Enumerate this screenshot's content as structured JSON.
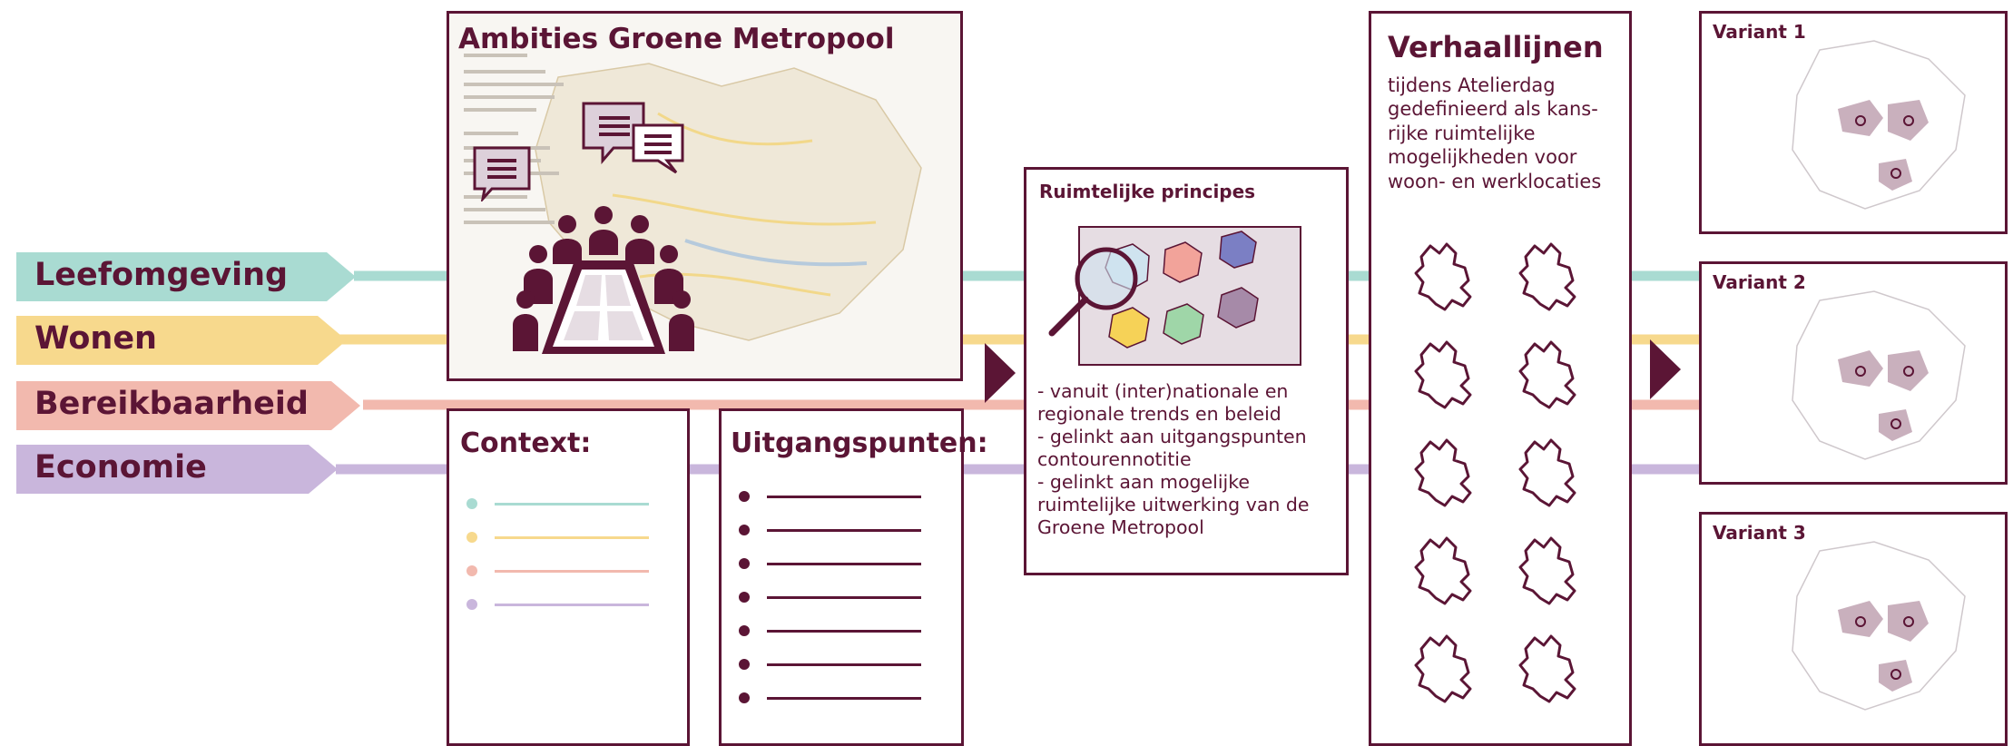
{
  "colors": {
    "maroon": "#5b1535",
    "leefomgeving": "#a9dbd2",
    "wonen": "#f7d98d",
    "bereikbaarheid": "#f2b9ae",
    "economie": "#c9b6dc"
  },
  "themes": [
    {
      "label": "Leefomgeving",
      "color": "#a9dbd2"
    },
    {
      "label": "Wonen",
      "color": "#f7d98d"
    },
    {
      "label": "Bereikbaarheid",
      "color": "#f2b9ae"
    },
    {
      "label": "Economie",
      "color": "#c9b6dc"
    }
  ],
  "ambities": {
    "title": "Ambities Groene Metropool",
    "icons": [
      "speech-bubble-icon",
      "meeting-table-icon"
    ]
  },
  "context": {
    "title": "Context:",
    "items": [
      "#a9dbd2",
      "#f7d98d",
      "#f2b9ae",
      "#c9b6dc"
    ]
  },
  "uitgangspunten": {
    "title": "Uitgangspunten:",
    "item_count": 7
  },
  "principes": {
    "title": "Ruimtelijke principes",
    "icons": [
      "magnifier-icon",
      "region-map-icon"
    ],
    "region_colors": [
      "#cfe3ef",
      "#f2a39a",
      "#7b7fc4",
      "#f6d257",
      "#9fd6a8",
      "#a68aa8"
    ],
    "bullets": [
      "- vanuit (inter)nationale en",
      "regionale trends en beleid",
      "- gelinkt aan uitgangspunten",
      "contourennotitie",
      "- gelinkt aan mogelijke",
      "ruimtelijke uitwerking van de",
      "Groene Metropool"
    ]
  },
  "verhaallijnen": {
    "title": "Verhaallijnen",
    "description": [
      "tijdens Atelierdag",
      "gedefinieerd als kans-",
      "rijke ruimtelijke",
      "mogelijkheden voor",
      "woon- en werklocaties"
    ],
    "outline_count": 10
  },
  "variants": [
    {
      "title": "Variant 1"
    },
    {
      "title": "Variant 2"
    },
    {
      "title": "Variant 3"
    }
  ]
}
